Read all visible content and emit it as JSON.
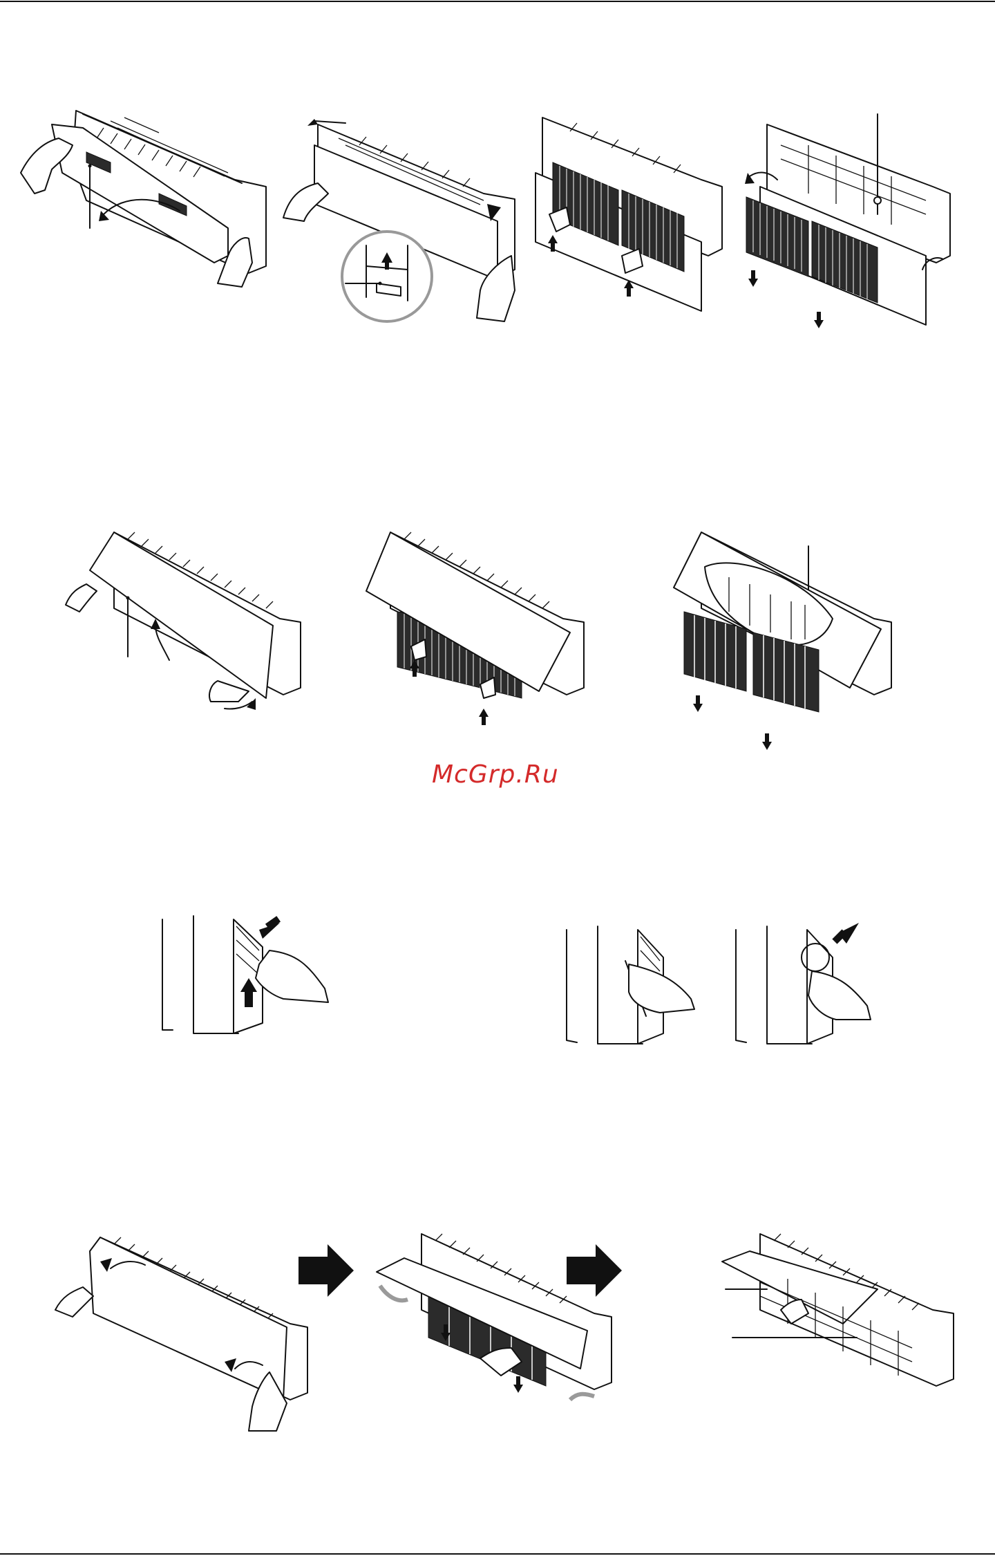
{
  "watermark": {
    "text": "McGrp.Ru"
  },
  "figures": [
    {
      "name": "step-open-front-panel",
      "icon": "ac-unit-hands-open-panel"
    },
    {
      "name": "step-lift-panel-latch",
      "icon": "ac-unit-magnified-latch"
    },
    {
      "name": "step-pull-up-filters",
      "icon": "ac-unit-filters-up"
    },
    {
      "name": "step-pull-down-filters",
      "icon": "ac-unit-filters-down"
    },
    {
      "name": "step-lift-front-grille",
      "icon": "ac-unit-grille-lift"
    },
    {
      "name": "step-slide-filter-up",
      "icon": "ac-unit-filter-slide-up"
    },
    {
      "name": "step-remove-filters",
      "icon": "ac-unit-filters-remove"
    },
    {
      "name": "side-view-press-tab",
      "icon": "side-panel-press"
    },
    {
      "name": "side-view-release-tab",
      "icon": "side-panel-release"
    },
    {
      "name": "step-open-cover",
      "icon": "ac-unit-open-cover"
    },
    {
      "name": "step-remove-cover-filters",
      "icon": "ac-unit-cover-filters"
    },
    {
      "name": "step-filters-removed",
      "icon": "ac-unit-filters-removed"
    }
  ],
  "colors": {
    "line": "#111111",
    "watermark": "#d42a2a",
    "magnifier": "#999999",
    "arrow_grey": "#9a9a9a"
  }
}
